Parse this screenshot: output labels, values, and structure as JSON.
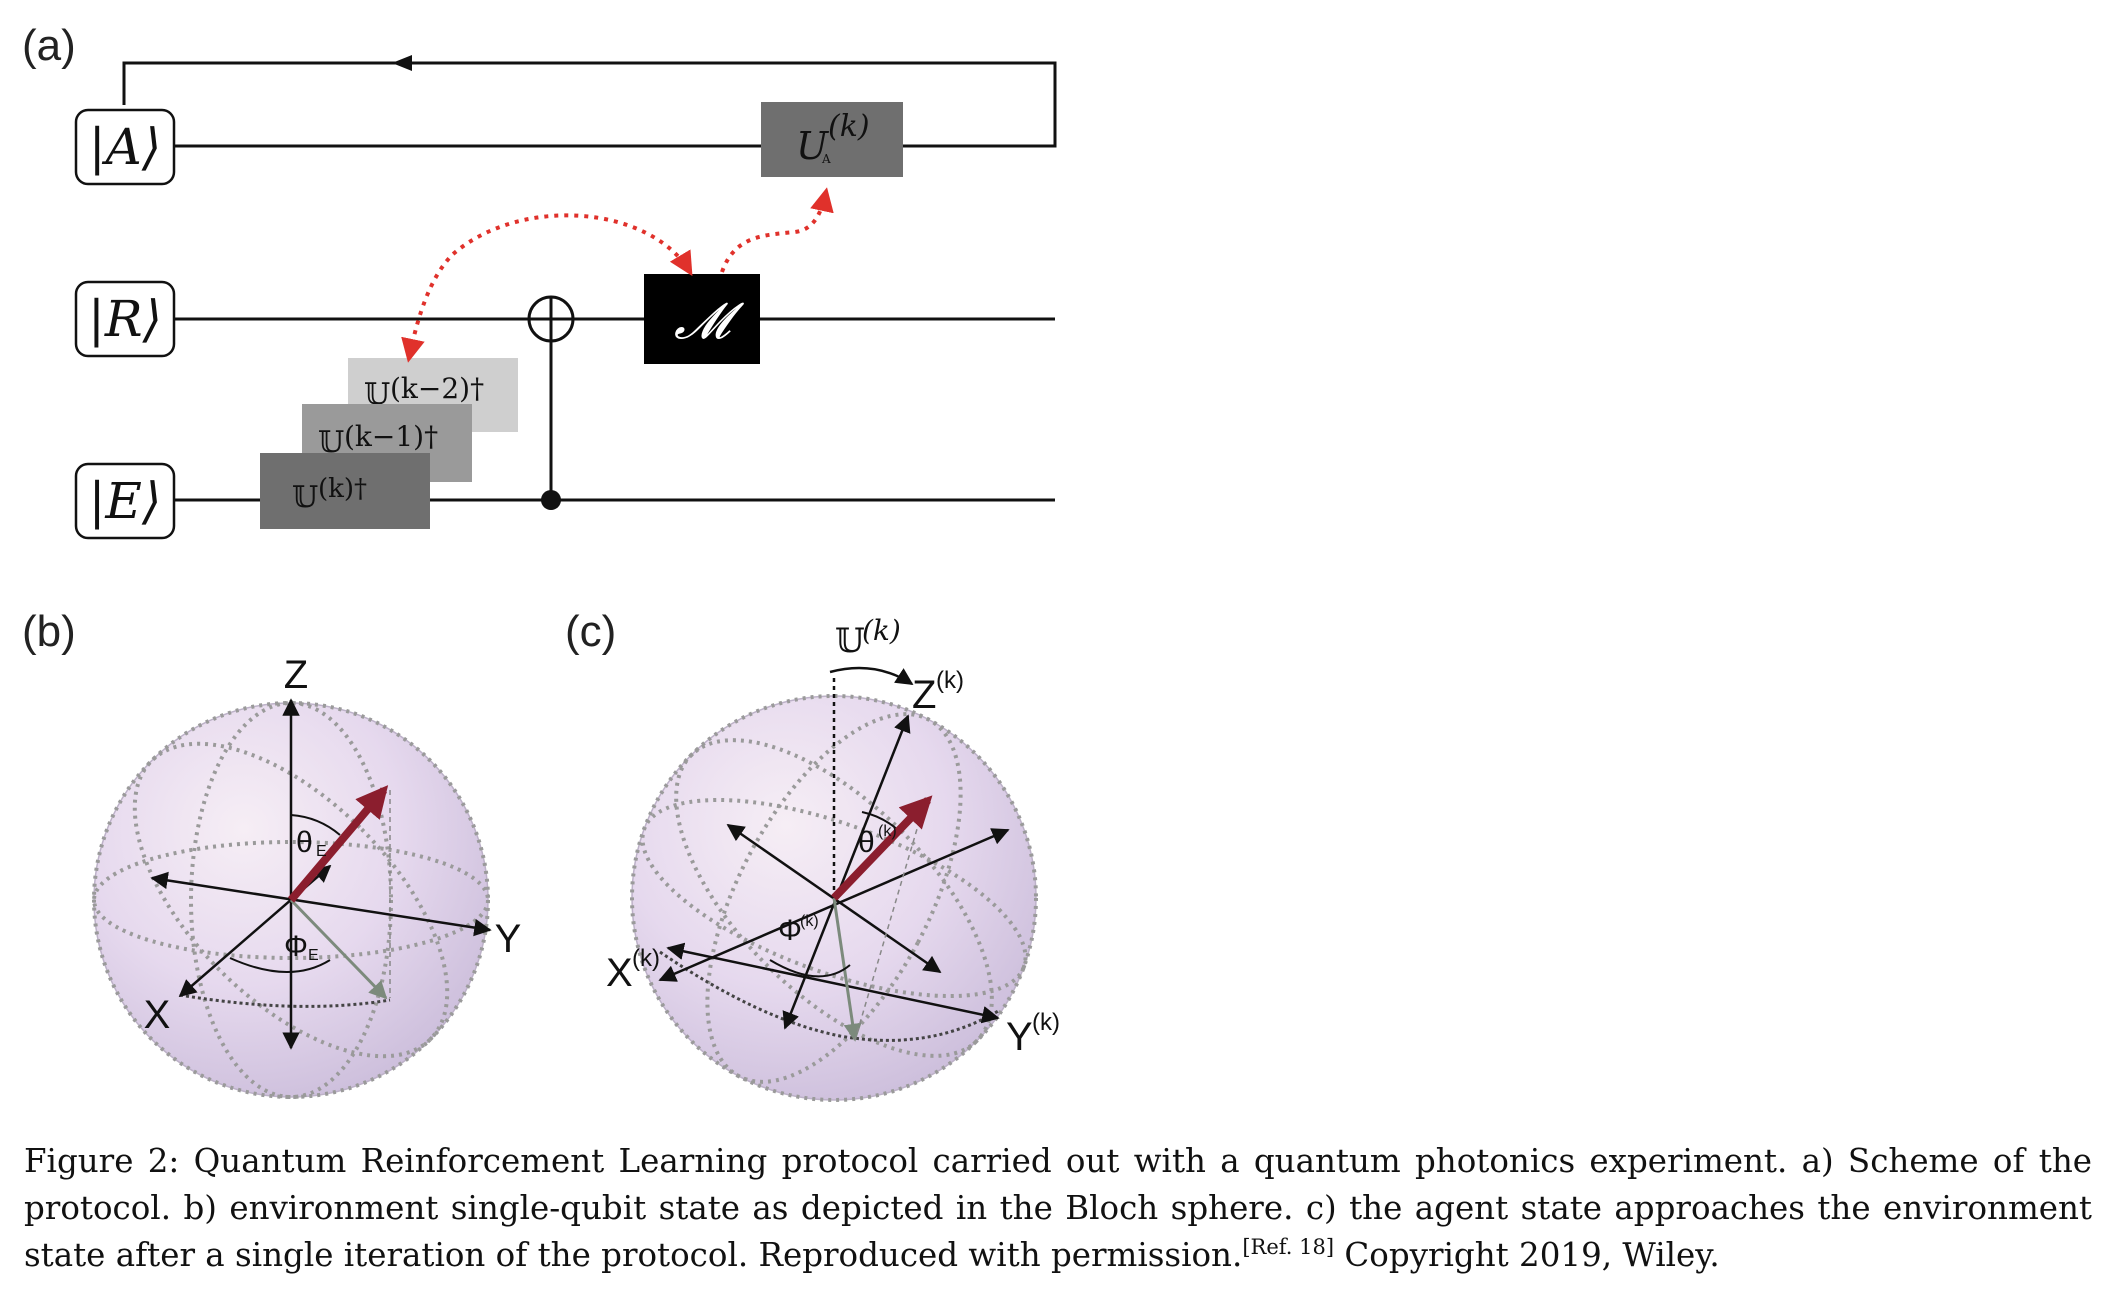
{
  "panels": {
    "a": {
      "label": "(a)",
      "kets": [
        "|A⟩",
        "|R⟩",
        "|E⟩"
      ],
      "gate_agent": {
        "main": "U",
        "sub": "A",
        "sup": "(k)"
      },
      "measurement": "𝓜",
      "env_gates": [
        {
          "main": "𝕌",
          "sup": "(k−2)†"
        },
        {
          "main": "𝕌",
          "sup": "(k−1)†"
        },
        {
          "main": "𝕌",
          "sup": "(k)†"
        }
      ],
      "colors": {
        "gate_dark": "#6f6f6f",
        "gate_mid": "#9a9a9a",
        "gate_light": "#cfcfcf",
        "feedback": "#e0312b",
        "measurement_bg": "#000000"
      }
    },
    "b": {
      "label": "(b)",
      "axes": {
        "z": "Z",
        "y": "Y",
        "x": "X"
      },
      "theta": {
        "main": "θ",
        "sub": "E"
      },
      "phi": {
        "main": "Φ",
        "sub": "E"
      }
    },
    "c": {
      "label": "(c)",
      "rotation": {
        "main": "𝕌",
        "sup": "(k)"
      },
      "axes": {
        "z": "Z",
        "y": "Y",
        "x": "X",
        "sup": "(k)"
      },
      "theta": {
        "main": "θ",
        "sup": "(k)"
      },
      "phi": {
        "main": "Φ",
        "sup": "(k)"
      },
      "colors": {
        "sphere": "#e8dcef",
        "state_arrow": "#8b1e2e"
      }
    }
  },
  "caption": {
    "text_before": "Figure 2: Quantum Reinforcement Learning protocol carried out with a quantum photonics experiment. a) Scheme of the protocol. b) environment single-qubit state as depicted in the Bloch sphere. c) the agent state approaches the environment state after a single iteration of the protocol. Reproduced with permission.",
    "ref": "[Ref. 18]",
    "text_after": " Copyright 2019, Wiley."
  }
}
